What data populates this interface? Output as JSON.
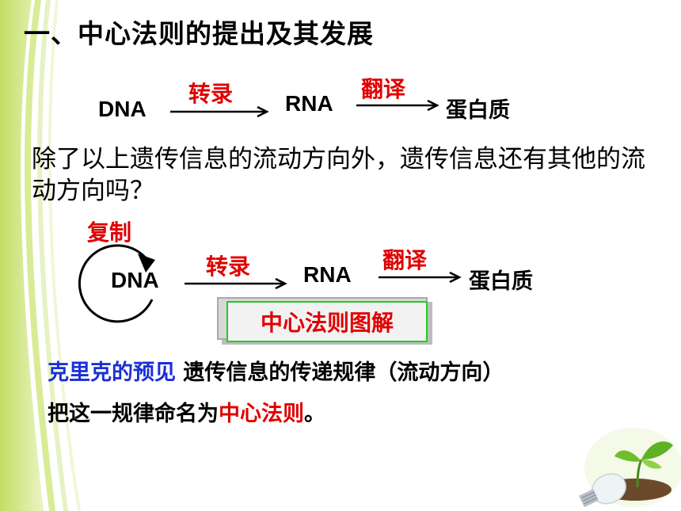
{
  "title": "一、中心法则的提出及其发展",
  "diagram1": {
    "node_dna": "DNA",
    "label_transcription": "转录",
    "node_rna": "RNA",
    "label_translation": "翻译",
    "node_protein": "蛋白质"
  },
  "question": "除了以上遗传信息的流动方向外，遗传信息还有其他的流动方向吗？",
  "diagram2": {
    "label_replication": "复制",
    "node_dna": "DNA",
    "label_transcription": "转录",
    "node_rna": "RNA",
    "label_translation": "翻译",
    "node_protein": "蛋白质"
  },
  "button_label": "中心法则图解",
  "text": {
    "prediction": "克里克的预见",
    "rule": " 遗传信息的传递规律（流动方向）",
    "naming_prefix": "把这一规律命名为",
    "central_dogma": "中心法则",
    "naming_suffix": "。"
  },
  "colors": {
    "red": "#e00000",
    "blue": "#1a2fd6",
    "green_border": "#22cc22"
  }
}
